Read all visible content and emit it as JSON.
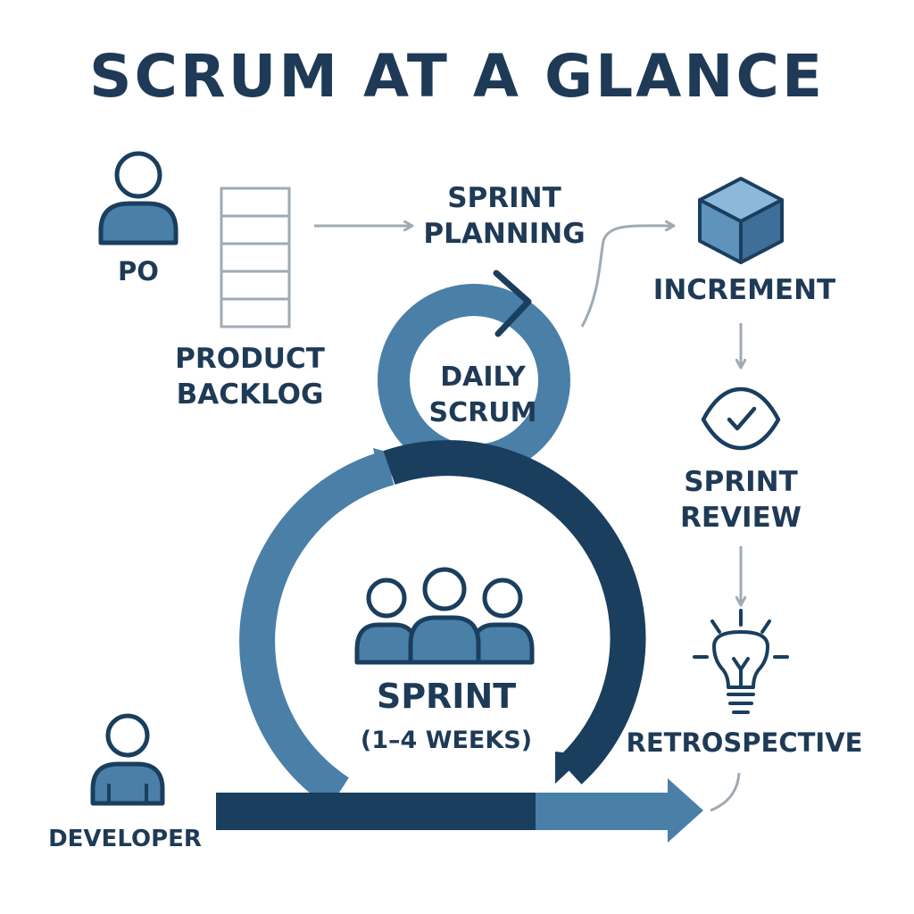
{
  "title": "SCRUM AT A GLANCE",
  "roles": {
    "po": {
      "label": "PO",
      "icon": "person-icon"
    },
    "developer": {
      "label": "DEVELOPER",
      "icon": "person-icon"
    }
  },
  "product_backlog": {
    "label_line1": "PRODUCT",
    "label_line2": "BACKLOG",
    "icon": "backlog-list-icon"
  },
  "sprint_planning": {
    "label_line1": "SPRINT",
    "label_line2": "PLANNING"
  },
  "daily_scrum": {
    "label_line1": "DAILY",
    "label_line2": "SCRUM"
  },
  "sprint": {
    "label_line1": "SPRINT",
    "label_line2": "(1–4 WEEKS)",
    "icon": "team-icon"
  },
  "increment": {
    "label": "INCREMENT",
    "icon": "cube-icon"
  },
  "sprint_review": {
    "label_line1": "SPRINT",
    "label_line2": "REVIEW",
    "icon": "review-check-icon"
  },
  "retrospective": {
    "label": "RETROSPECTIVE",
    "icon": "lightbulb-icon"
  },
  "colors": {
    "dark_navy": "#1a3e5e",
    "mid_blue": "#4a7fa8",
    "light_blue": "#7fb0d4",
    "gray": "#a0aab4",
    "title": "#1e3a56"
  }
}
